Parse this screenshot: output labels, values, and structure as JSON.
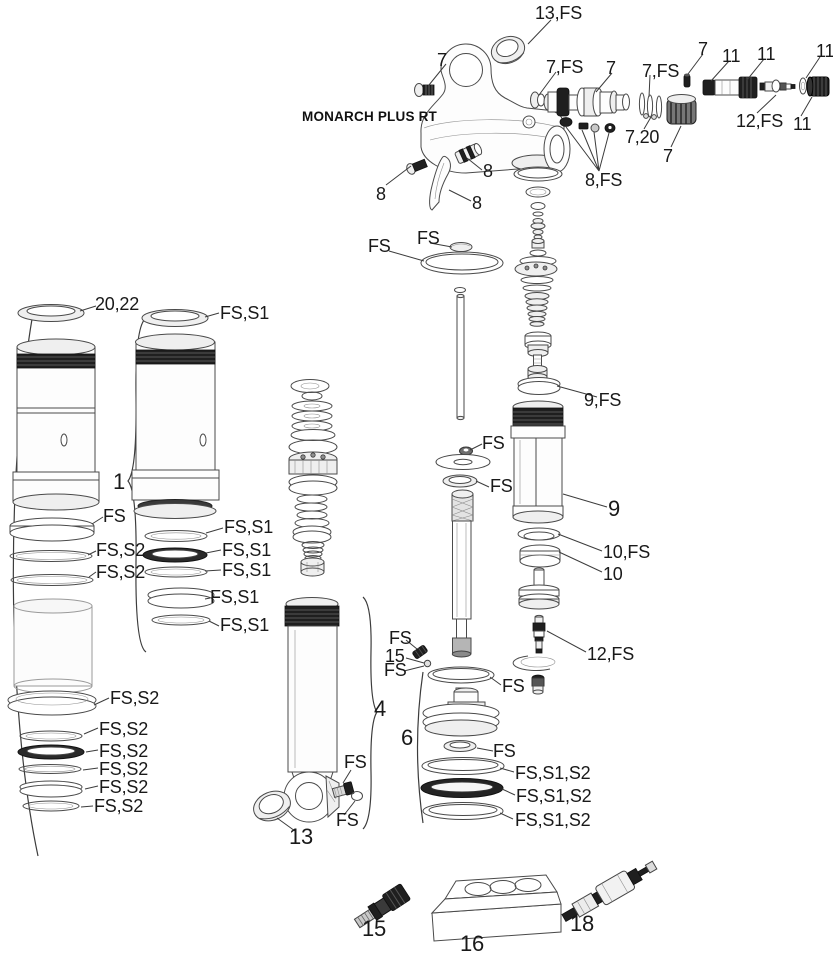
{
  "title": "MONARCH PLUS RT",
  "colors": {
    "line": "#4a4a4a",
    "dark_part": "#1f1f1f",
    "paper": "#ffffff",
    "label": "#191919"
  },
  "labels": [
    "13,FS",
    "7",
    "7,FS",
    "7",
    "7,FS",
    "7",
    "11",
    "11",
    "11",
    "12,FS",
    "11",
    "7,20",
    "7",
    "8,FS",
    "8",
    "8",
    "8",
    "FS",
    "FS",
    "9,FS",
    "FS",
    "FS",
    "9",
    "10,FS",
    "10",
    "12,FS",
    "FS",
    "15",
    "FS",
    "FS",
    "6",
    "FS",
    "FS,S1,S2",
    "FS,S1,S2",
    "FS,S1,S2",
    "20,22",
    "FS,S1",
    "1",
    "FS",
    "FS,S2",
    "FS,S2",
    "FS,S1",
    "FS,S1",
    "FS,S1",
    "FS,S1",
    "FS,S1",
    "FS,S2",
    "FS,S2",
    "FS,S2",
    "FS,S2",
    "FS,S2",
    "FS,S2",
    "4",
    "FS",
    "13",
    "FS",
    "15",
    "16",
    "18"
  ]
}
